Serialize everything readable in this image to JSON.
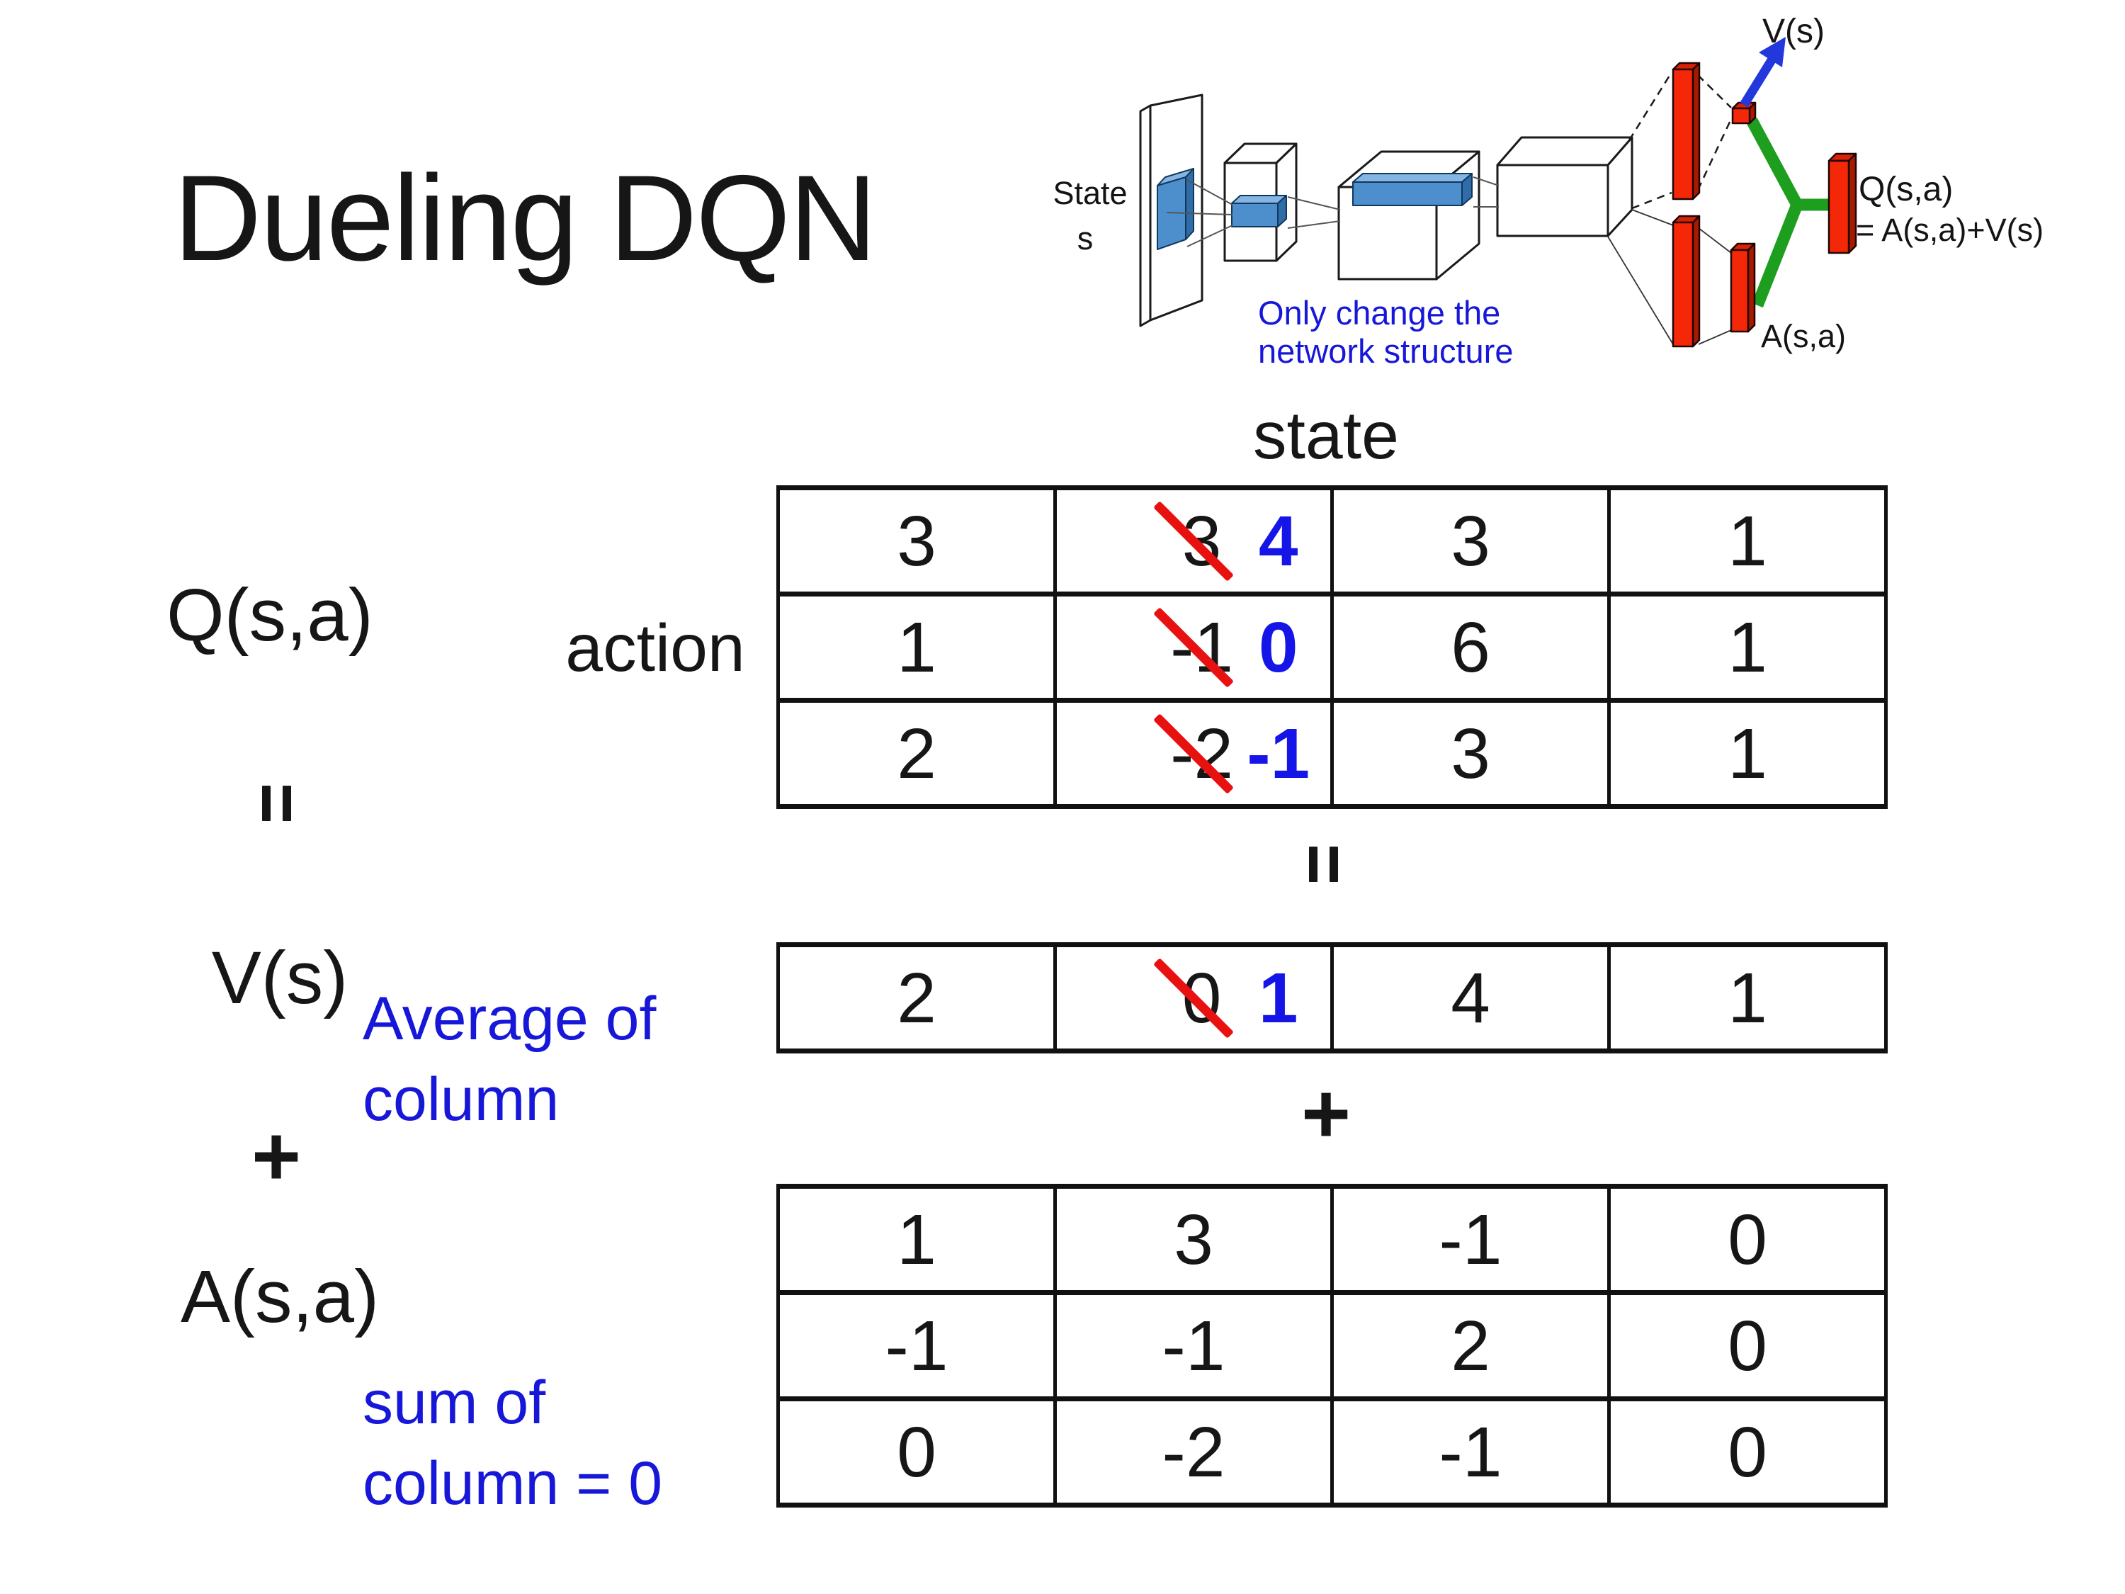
{
  "title": "Dueling DQN",
  "diagram": {
    "state_line1": "State",
    "state_line2": "s",
    "note_line1": "Only change the",
    "note_line2": "network structure",
    "v_out_label": "V(s)",
    "q_out_label": "Q(s,a)",
    "q_out_formula": "= A(s,a)+V(s)",
    "a_out_label": "A(s,a)"
  },
  "decomposition": {
    "q_label": "Q(s,a)",
    "v_label": "V(s)",
    "a_label": "A(s,a)",
    "state_header": "state",
    "action_header": "action",
    "equals_sign": "=",
    "plus_sign": "+",
    "v_note_line1": "Average of",
    "v_note_line2": "column",
    "a_note_line1": "sum of",
    "a_note_line2": "column = 0"
  },
  "tables": {
    "q": [
      [
        "3",
        {
          "old": "3",
          "new": "4"
        },
        "3",
        "1"
      ],
      [
        "1",
        {
          "old": "-1",
          "new": "0"
        },
        "6",
        "1"
      ],
      [
        "2",
        {
          "old": "-2",
          "new": "-1"
        },
        "3",
        "1"
      ]
    ],
    "v": [
      [
        "2",
        {
          "old": "0",
          "new": "1"
        },
        "4",
        "1"
      ]
    ],
    "a": [
      [
        "1",
        "3",
        "-1",
        "0"
      ],
      [
        "-1",
        "-1",
        "2",
        "0"
      ],
      [
        "0",
        "-2",
        "-1",
        "0"
      ]
    ]
  },
  "colors": {
    "text": "#161616",
    "annotation_blue": "#1717d9",
    "new_value_blue": "#1515e8",
    "strike_red": "#e91010",
    "diagram_green": "#1e9e1e",
    "diagram_red": "#f42808",
    "diagram_blue_box": "#4d8fcc",
    "arrow_blue": "#2238dd"
  }
}
